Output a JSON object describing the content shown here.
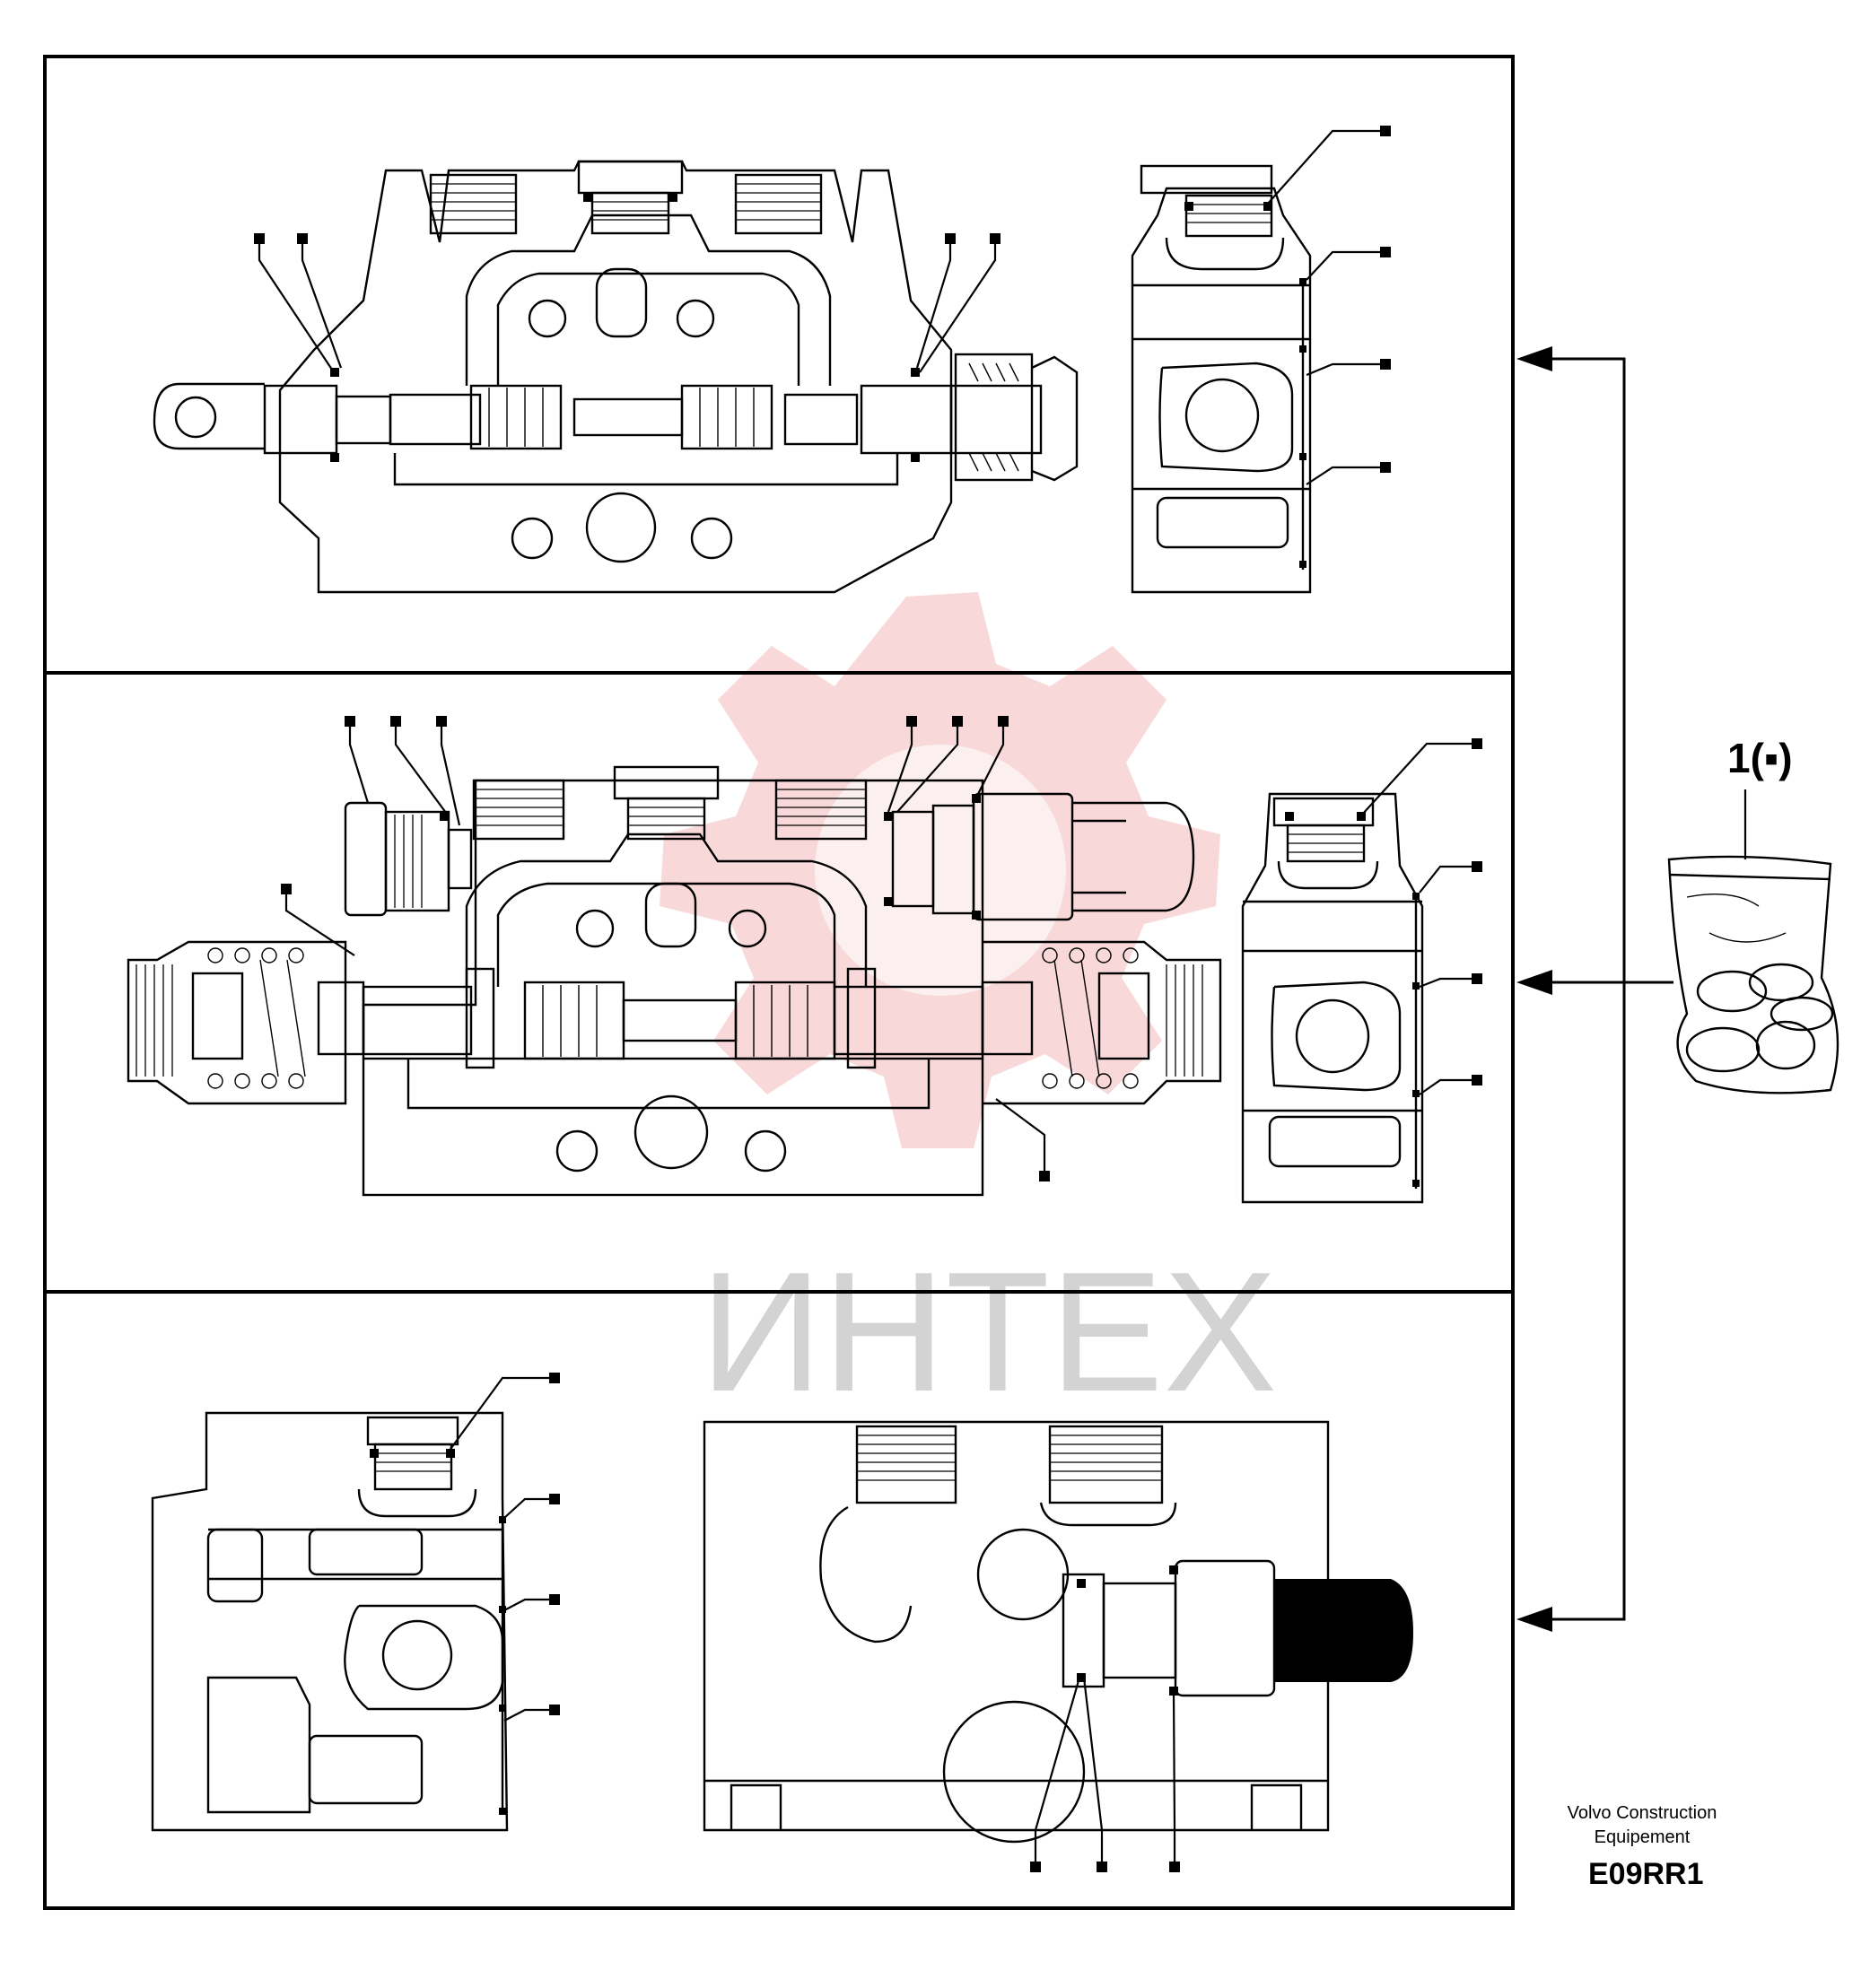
{
  "kit_callout": {
    "label": "1(▪)"
  },
  "manufacturer": {
    "line1": "Volvo Construction",
    "line2": "Equipement"
  },
  "drawing_code": "E09RR1",
  "watermark": {
    "text": "ИНТЕХ",
    "color": "#f2b8b8"
  },
  "panels": [
    {
      "id": "panel-1",
      "callout_count": 8
    },
    {
      "id": "panel-2",
      "callout_count": 12
    },
    {
      "id": "panel-3",
      "callout_count": 7
    }
  ]
}
